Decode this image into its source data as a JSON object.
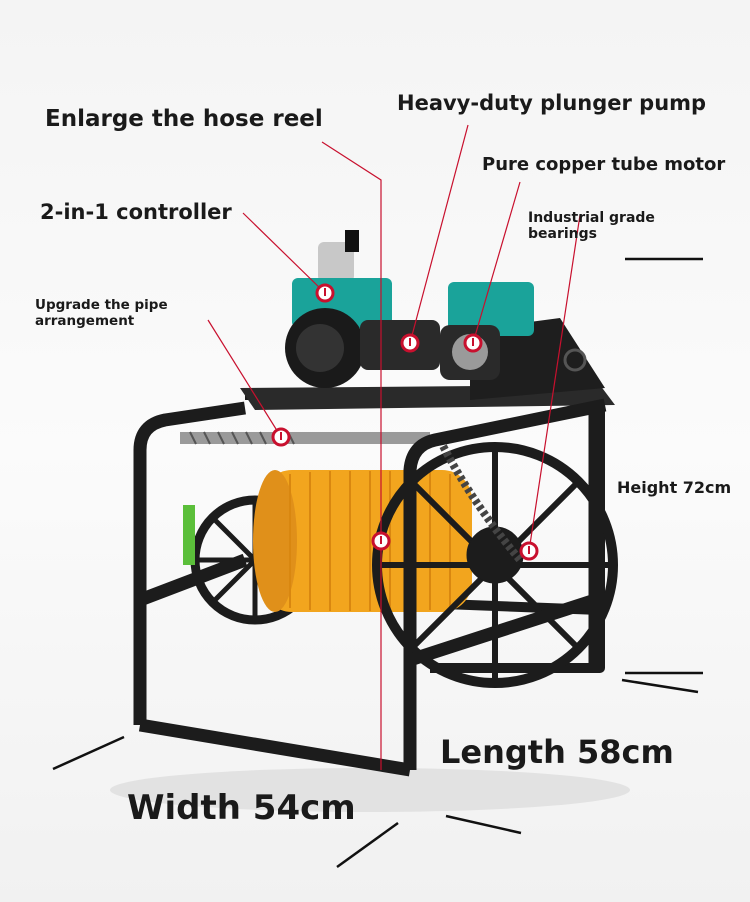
{
  "labels": {
    "hose_reel": "Enlarge the hose reel",
    "plunger_pump": "Heavy-duty plunger pump",
    "copper_motor": "Pure copper tube motor",
    "controller": "2-in-1 controller",
    "bearings_line1": "Industrial grade",
    "bearings_line2": "bearings",
    "pipe_line1": "Upgrade the pipe",
    "pipe_line2": "arrangement",
    "height": "Height 72cm",
    "length": "Length 58cm",
    "width": "Width 54cm"
  },
  "colors": {
    "leader_line": "#c8102e",
    "frame": "#1c1c1c",
    "hose": "#f2a51e",
    "motor": "#1aa39a"
  }
}
